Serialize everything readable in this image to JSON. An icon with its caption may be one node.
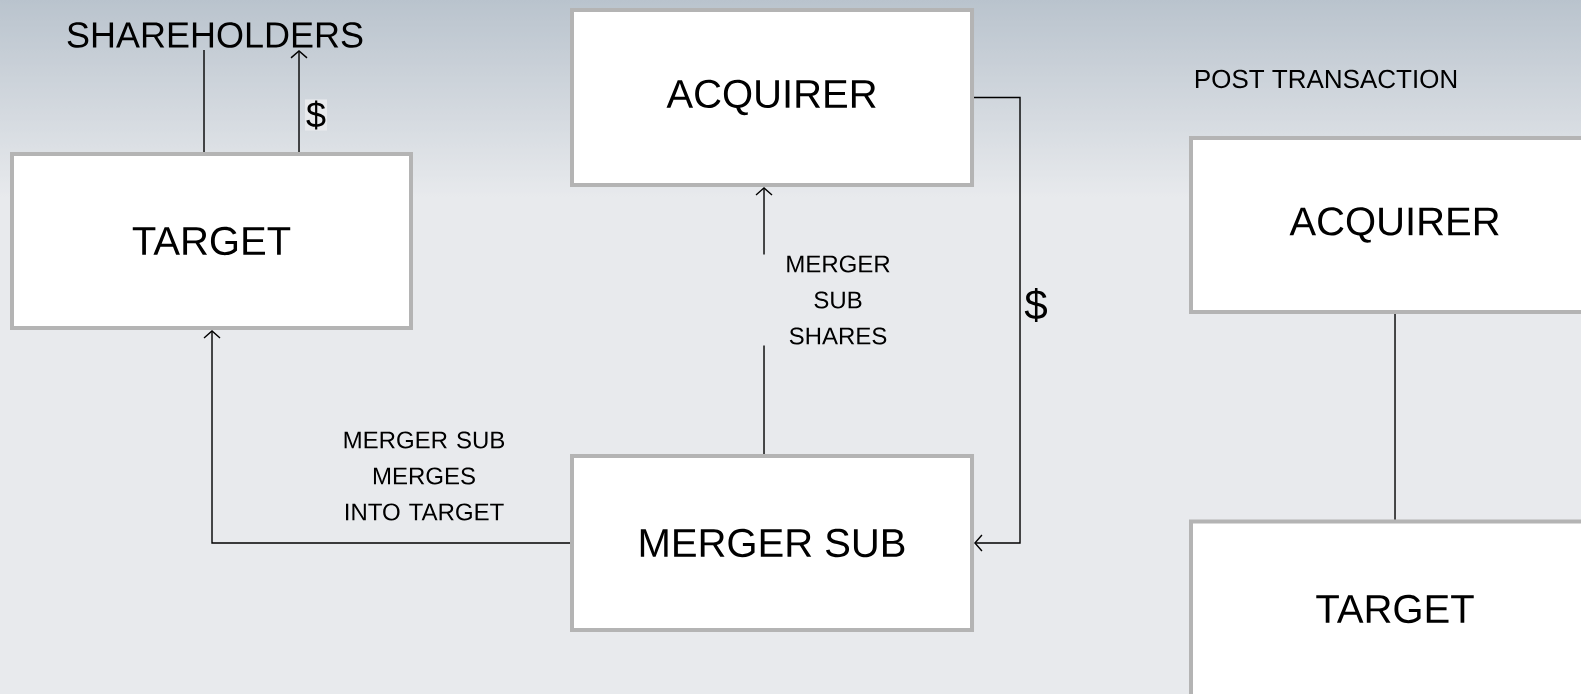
{
  "diagram": {
    "nodes": [
      {
        "text": [
          "SHAREHOLDERS"
        ]
      },
      {
        "text": [
          "TARGET"
        ]
      },
      {
        "text": [
          "ACQUIRER"
        ]
      },
      {
        "text": [
          "MERGER SUB"
        ]
      },
      {
        "text": [
          "ACQUIRER"
        ]
      },
      {
        "text": [
          "TARGET"
        ]
      }
    ],
    "edges": [
      {
        "from": 1,
        "to": 0,
        "arrow": "none"
      },
      {
        "from": 1,
        "to": 0,
        "arrow": "to",
        "label": "$"
      },
      {
        "from": 3,
        "to": 1,
        "arrow": "to",
        "label": "MERGER SUB MERGES INTO TARGET"
      },
      {
        "from": 3,
        "to": 2,
        "arrow": "to",
        "label": "MERGER SUB SHARES"
      },
      {
        "from": 2,
        "to": 3,
        "arrow": "to",
        "label": "$"
      },
      {
        "from": 4,
        "to": 5,
        "arrow": "none"
      }
    ],
    "labels": [
      "POST TRANSACTION"
    ]
  }
}
